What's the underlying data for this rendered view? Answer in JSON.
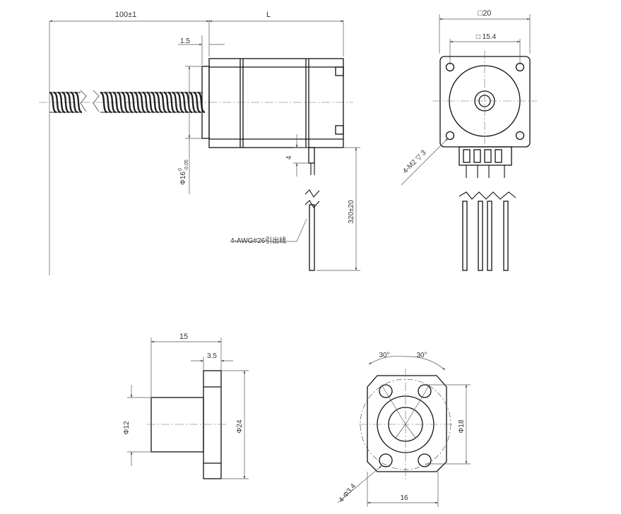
{
  "top_view": {
    "dim_length_total": "100±1",
    "dim_length_body": "L",
    "dim_flange": "1.5",
    "dim_boss_dia": "Φ16",
    "dim_boss_tol_upper": "0",
    "dim_boss_tol_lower": "-0.05",
    "dim_wire_offset": "4",
    "dim_lead_length": "320±20",
    "lead_wire_note": "4-AWG#26引出线"
  },
  "end_view": {
    "dim_outer_square": "□20",
    "dim_inner_square": "□ 15.4",
    "mount_holes_note": "4-M2 ▽ 3"
  },
  "nut_side_view": {
    "dim_length": "15",
    "dim_flange_thickness": "3.5",
    "dim_body_dia": "Φ12",
    "dim_flange_dia": "Φ24"
  },
  "nut_front_view": {
    "dim_angle_left": "30°",
    "dim_angle_right": "30°",
    "dim_hole_pcd": "Φ18",
    "dim_hole_spacing": "16",
    "holes_note": "4-Φ3.4"
  }
}
